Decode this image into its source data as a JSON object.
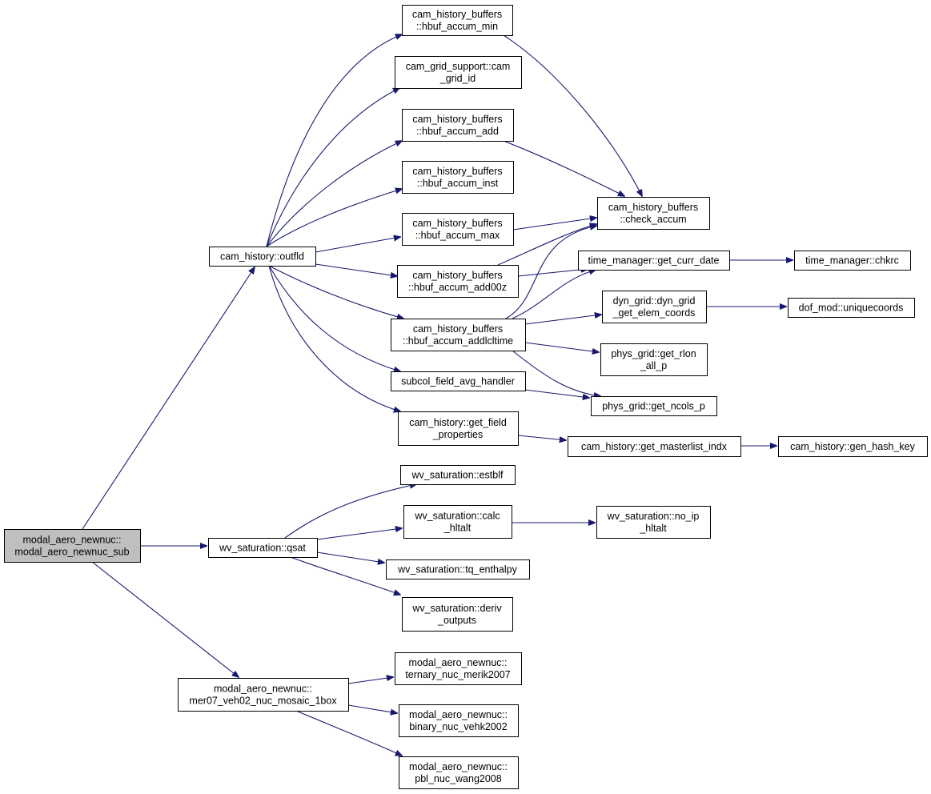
{
  "diagram": {
    "type": "call-graph",
    "colors": {
      "edge": "#191970",
      "node_border": "#000000",
      "node_fill": "#ffffff",
      "root_fill": "#bfbfbf"
    },
    "nodes": [
      {
        "id": "root",
        "lines": [
          "modal_aero_newnuc::",
          "modal_aero_newnuc_sub"
        ],
        "root": true
      },
      {
        "id": "outfld",
        "lines": [
          "cam_history::outfld"
        ]
      },
      {
        "id": "qsat",
        "lines": [
          "wv_saturation::qsat"
        ]
      },
      {
        "id": "mer07",
        "lines": [
          "modal_aero_newnuc::",
          "mer07_veh02_nuc_mosaic_1box"
        ]
      },
      {
        "id": "hbuf_min",
        "lines": [
          "cam_history_buffers",
          "::hbuf_accum_min"
        ]
      },
      {
        "id": "cam_grid_id",
        "lines": [
          "cam_grid_support::cam",
          "_grid_id"
        ]
      },
      {
        "id": "hbuf_add",
        "lines": [
          "cam_history_buffers",
          "::hbuf_accum_add"
        ]
      },
      {
        "id": "hbuf_inst",
        "lines": [
          "cam_history_buffers",
          "::hbuf_accum_inst"
        ]
      },
      {
        "id": "hbuf_max",
        "lines": [
          "cam_history_buffers",
          "::hbuf_accum_max"
        ]
      },
      {
        "id": "hbuf_add00z",
        "lines": [
          "cam_history_buffers",
          "::hbuf_accum_add00z"
        ]
      },
      {
        "id": "hbuf_addlcl",
        "lines": [
          "cam_history_buffers",
          "::hbuf_accum_addlcltime"
        ]
      },
      {
        "id": "subcol",
        "lines": [
          "subcol_field_avg_handler"
        ]
      },
      {
        "id": "get_field",
        "lines": [
          "cam_history::get_field",
          "_properties"
        ]
      },
      {
        "id": "check_accum",
        "lines": [
          "cam_history_buffers",
          "::check_accum"
        ]
      },
      {
        "id": "get_curr_date",
        "lines": [
          "time_manager::get_curr_date"
        ]
      },
      {
        "id": "chkrc",
        "lines": [
          "time_manager::chkrc"
        ]
      },
      {
        "id": "dyn_grid",
        "lines": [
          "dyn_grid::dyn_grid",
          "_get_elem_coords"
        ]
      },
      {
        "id": "uniquecoords",
        "lines": [
          "dof_mod::uniquecoords"
        ]
      },
      {
        "id": "get_rlon",
        "lines": [
          "phys_grid::get_rlon",
          "_all_p"
        ]
      },
      {
        "id": "get_ncols",
        "lines": [
          "phys_grid::get_ncols_p"
        ]
      },
      {
        "id": "masterlist",
        "lines": [
          "cam_history::get_masterlist_indx"
        ]
      },
      {
        "id": "hash_key",
        "lines": [
          "cam_history::gen_hash_key"
        ]
      },
      {
        "id": "estblf",
        "lines": [
          "wv_saturation::estblf"
        ]
      },
      {
        "id": "calc_hltalt",
        "lines": [
          "wv_saturation::calc",
          "_hltalt"
        ]
      },
      {
        "id": "no_ip",
        "lines": [
          "wv_saturation::no_ip",
          "_hltalt"
        ]
      },
      {
        "id": "tq_enthalpy",
        "lines": [
          "wv_saturation::tq_enthalpy"
        ]
      },
      {
        "id": "deriv",
        "lines": [
          "wv_saturation::deriv",
          "_outputs"
        ]
      },
      {
        "id": "ternary",
        "lines": [
          "modal_aero_newnuc::",
          "ternary_nuc_merik2007"
        ]
      },
      {
        "id": "binary",
        "lines": [
          "modal_aero_newnuc::",
          "binary_nuc_vehk2002"
        ]
      },
      {
        "id": "pbl",
        "lines": [
          "modal_aero_newnuc::",
          "pbl_nuc_wang2008"
        ]
      }
    ],
    "edges": [
      {
        "from": "root",
        "to": "outfld"
      },
      {
        "from": "root",
        "to": "qsat"
      },
      {
        "from": "root",
        "to": "mer07"
      },
      {
        "from": "outfld",
        "to": "hbuf_min"
      },
      {
        "from": "outfld",
        "to": "cam_grid_id"
      },
      {
        "from": "outfld",
        "to": "hbuf_add"
      },
      {
        "from": "outfld",
        "to": "hbuf_inst"
      },
      {
        "from": "outfld",
        "to": "hbuf_max"
      },
      {
        "from": "outfld",
        "to": "hbuf_add00z"
      },
      {
        "from": "outfld",
        "to": "hbuf_addlcl"
      },
      {
        "from": "outfld",
        "to": "subcol"
      },
      {
        "from": "outfld",
        "to": "get_field"
      },
      {
        "from": "hbuf_min",
        "to": "check_accum"
      },
      {
        "from": "hbuf_add",
        "to": "check_accum"
      },
      {
        "from": "hbuf_max",
        "to": "check_accum"
      },
      {
        "from": "hbuf_add00z",
        "to": "check_accum"
      },
      {
        "from": "hbuf_add00z",
        "to": "get_curr_date"
      },
      {
        "from": "hbuf_addlcl",
        "to": "check_accum"
      },
      {
        "from": "hbuf_addlcl",
        "to": "get_curr_date"
      },
      {
        "from": "hbuf_addlcl",
        "to": "dyn_grid"
      },
      {
        "from": "hbuf_addlcl",
        "to": "get_rlon"
      },
      {
        "from": "hbuf_addlcl",
        "to": "get_ncols"
      },
      {
        "from": "subcol",
        "to": "get_ncols"
      },
      {
        "from": "get_field",
        "to": "masterlist"
      },
      {
        "from": "get_curr_date",
        "to": "chkrc"
      },
      {
        "from": "dyn_grid",
        "to": "uniquecoords"
      },
      {
        "from": "masterlist",
        "to": "hash_key"
      },
      {
        "from": "qsat",
        "to": "estblf"
      },
      {
        "from": "qsat",
        "to": "calc_hltalt"
      },
      {
        "from": "qsat",
        "to": "tq_enthalpy"
      },
      {
        "from": "qsat",
        "to": "deriv"
      },
      {
        "from": "calc_hltalt",
        "to": "no_ip"
      },
      {
        "from": "mer07",
        "to": "ternary"
      },
      {
        "from": "mer07",
        "to": "binary"
      },
      {
        "from": "mer07",
        "to": "pbl"
      }
    ]
  }
}
